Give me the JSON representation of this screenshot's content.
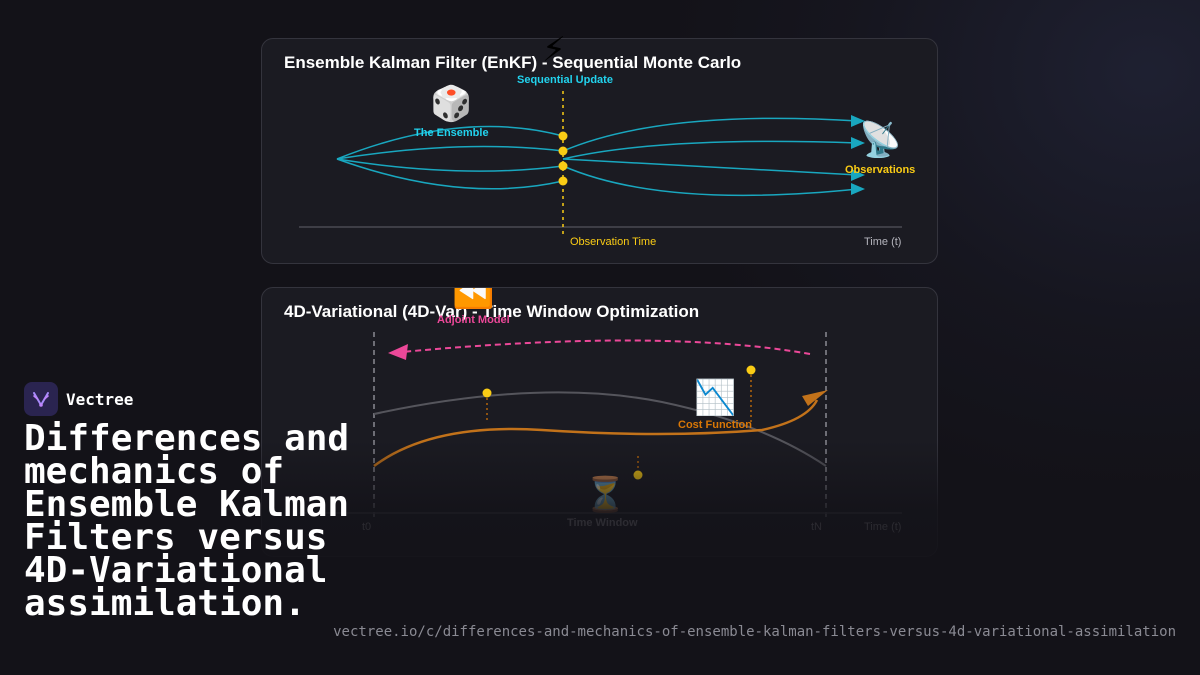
{
  "brand": {
    "name": "Vectree",
    "logo_icon": "vectree-logo-icon",
    "accent": "#8b5cf6"
  },
  "headline": "Differences and mechanics of Ensemble Kalman Filters versus 4D-Variational assimilation.",
  "url": "vectree.io/c/differences-and-mechanics-of-ensemble-kalman-filters-versus-4d-variational-assimilation",
  "enkf_panel": {
    "title": "Ensemble Kalman Filter (EnKF) - Sequential Monte Carlo",
    "sequential_update": {
      "emoji": "⚡",
      "label": "Sequential Update",
      "color": "#22d3ee"
    },
    "ensemble": {
      "emoji": "🎲",
      "label": "The Ensemble",
      "color": "#22d3ee"
    },
    "observations": {
      "emoji": "📡",
      "label": "Observations",
      "color": "#facc15"
    },
    "observation_time_label": "Observation Time",
    "time_axis_label": "Time (t)",
    "ensemble_color": "#19a7bf",
    "marker_color": "#facc15"
  },
  "fourdvar_panel": {
    "title": "4D-Variational (4D-Var) - Time Window Optimization",
    "adjoint_model": {
      "emoji": "⏪",
      "label": "Adjoint Model",
      "color": "#ec4899"
    },
    "cost_function": {
      "emoji": "📉",
      "label": "Cost Function",
      "color": "#d97706"
    },
    "time_window": {
      "emoji": "⏳",
      "label": "Time Window"
    },
    "window_start_label": "t0",
    "window_end_label": "tN",
    "time_axis_label": "Time (t)",
    "trajectory_color": "#c2721a",
    "background_color": "#55555c"
  }
}
